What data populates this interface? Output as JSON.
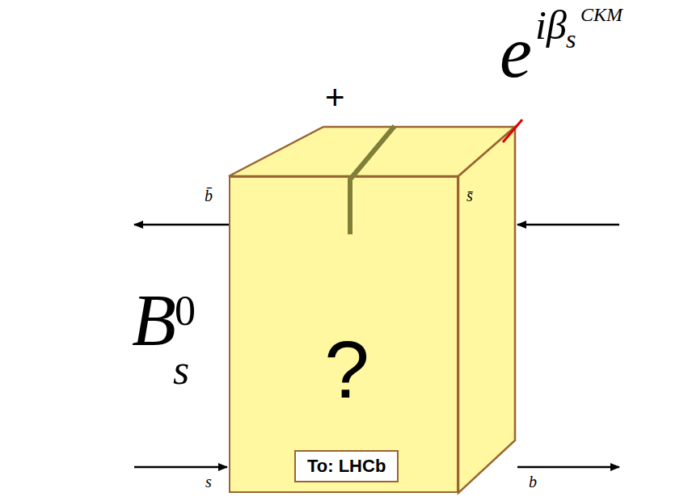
{
  "diagram": {
    "nodes": [
      {
        "text": [
          "?"
        ]
      },
      {
        "text": [
          "To: LHCb"
        ],
        "in": 0
      }
    ],
    "labels": [
      "B",
      "0",
      "s",
      "e",
      "iβ",
      "s",
      "CKM",
      "+",
      "b̄",
      "s̄",
      "s",
      "b"
    ]
  }
}
